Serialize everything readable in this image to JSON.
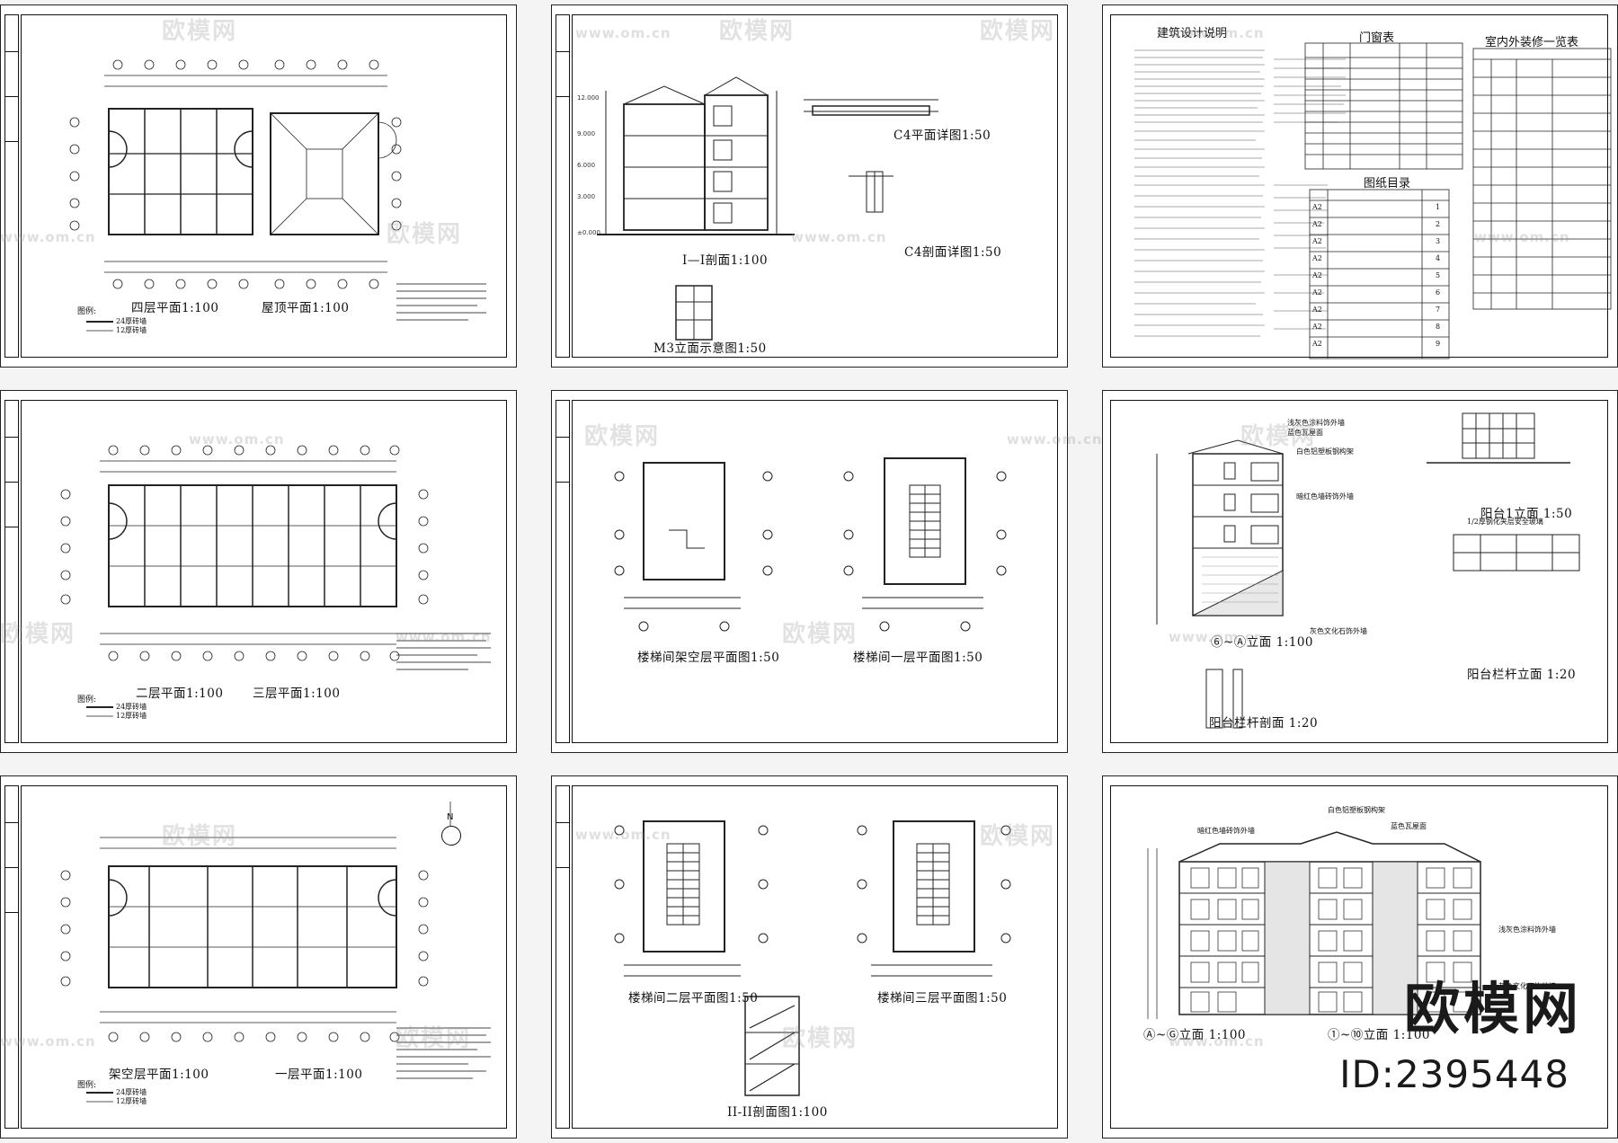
{
  "sheets": [
    {
      "id": "s1",
      "labels": [
        "四层平面1:100",
        "屋顶平面1:100"
      ],
      "legend": [
        "图例:",
        "24厚砖墙",
        "12厚砖墙"
      ]
    },
    {
      "id": "s2",
      "labels": [
        "I—I剖面1:100",
        "C4平面详图1:50",
        "C4剖面详图1:50",
        "M3立面示意图1:50"
      ]
    },
    {
      "id": "s3",
      "titles": [
        "建筑设计说明",
        "门窗表",
        "室内外装修一览表",
        "图纸目录"
      ],
      "drawing_index": [
        "A2",
        "A2",
        "A2",
        "A2",
        "A2",
        "A2",
        "A2",
        "A2",
        "A2"
      ],
      "index_numbers": [
        "1",
        "2",
        "3",
        "4",
        "5",
        "6",
        "7",
        "8",
        "9"
      ]
    },
    {
      "id": "s4",
      "labels": [
        "二层平面1:100",
        "三层平面1:100"
      ],
      "legend": [
        "图例:",
        "24厚砖墙",
        "12厚砖墙"
      ]
    },
    {
      "id": "s5",
      "labels": [
        "楼梯间架空层平面图1:50",
        "楼梯间一层平面图1:50"
      ]
    },
    {
      "id": "s6",
      "labels": [
        "⑥~Ⓐ立面 1:100",
        "阳台1立面 1:50",
        "阳台栏杆立面 1:20",
        "阳台栏杆剖面 1:20"
      ],
      "callouts": [
        "浅灰色涂料饰外墙",
        "蓝色瓦屋面",
        "白色铝塑板钢构架",
        "暗红色墙砖饰外墙",
        "灰色文化石饰外墙",
        "1/2厚钢化夹层安全玻璃"
      ]
    },
    {
      "id": "s7",
      "labels": [
        "架空层平面1:100",
        "一层平面1:100"
      ],
      "legend": [
        "图例:",
        "24厚砖墙",
        "12厚砖墙"
      ],
      "north": "N"
    },
    {
      "id": "s8",
      "labels": [
        "楼梯间二层平面图1:50",
        "楼梯间三层平面图1:50",
        "II-II剖面图1:100"
      ]
    },
    {
      "id": "s9",
      "labels": [
        "Ⓐ~Ⓖ立面 1:100",
        "①~⑩立面 1:100"
      ],
      "callouts": [
        "白色铝塑板钢构架",
        "暗红色墙砖饰外墙",
        "蓝色瓦屋面",
        "浅灰色涂料饰外墙",
        "灰色文化石饰外墙"
      ]
    }
  ],
  "watermark": {
    "brand": "欧模网",
    "url": "www.om.cn",
    "id": "ID:2395448"
  }
}
